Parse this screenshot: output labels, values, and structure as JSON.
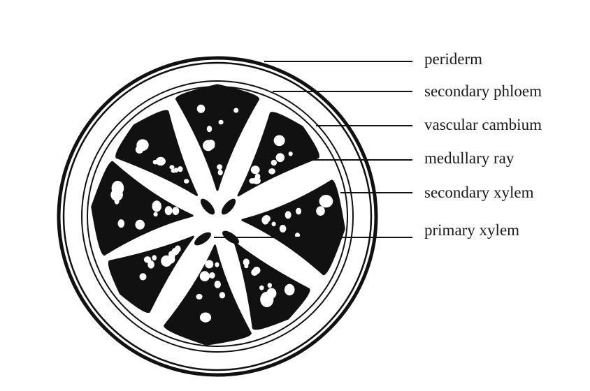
{
  "labels": {
    "periderm": "periderm",
    "secondary_phloem": "secondary phloem",
    "vascular_cambium": "vascular cambium",
    "medullary_ray": "medullary ray",
    "secondary_xylem": "secondary xylem",
    "primary_xylem": "primary xylem"
  },
  "colors": {
    "ink": "#111111",
    "paper": "#ffffff"
  }
}
